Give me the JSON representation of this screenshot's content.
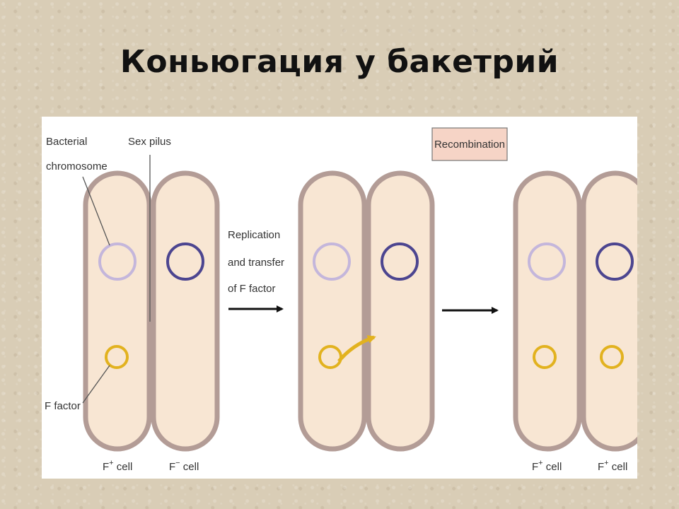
{
  "slide": {
    "title": "Коньюгация у бакетрий"
  },
  "diagram": {
    "labels": {
      "bacterial_chromosome_line1": "Bacterial",
      "bacterial_chromosome_line2": "chromosome",
      "sex_pilus": "Sex pilus",
      "f_factor": "F factor",
      "step1_line1": "Replication",
      "step1_line2": "and transfer",
      "step1_line3": "of F factor",
      "recombination": "Recombination",
      "cell_f_plus_base": "F",
      "cell_f_plus_sup": "+",
      "cell_f_minus_base": "F",
      "cell_f_minus_sup": "−",
      "cell_word": "cell"
    },
    "colors": {
      "cell_fill": "#f8e6d3",
      "cell_outline": "#b39c96",
      "donor_chromosome": "#c4b6db",
      "recipient_chromosome": "#4c4590",
      "f_factor": "#e2b21f",
      "recombination_fill": "#f6d4c6",
      "arrow": "#111111"
    }
  }
}
